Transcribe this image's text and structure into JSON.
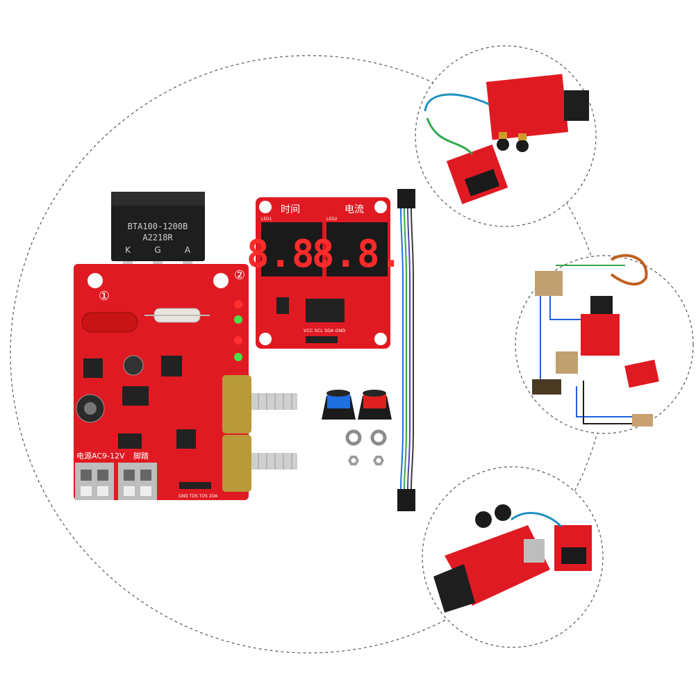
{
  "colors": {
    "pcb_red": "#e01a22",
    "pcb_dark": "#b8121a",
    "digit_red": "#ff2b2b",
    "display_bg": "#1a1a1a",
    "triac_black": "#1e1e1e",
    "metal": "#c9c9c9",
    "terminal_grey": "#bdbdbd",
    "pot_brass": "#b99a3a",
    "knob_blue": "#1f6fe0",
    "knob_red": "#e02020",
    "dashed_line": "#555555"
  },
  "main_board": {
    "triac_line1": "BTA100-1200B",
    "triac_line2": "A2218R",
    "triac_pins": [
      "K",
      "G",
      "A"
    ],
    "marker_1": "①",
    "marker_2": "②",
    "power_label": "电源AC9-12V",
    "pulse_label": "脚踏",
    "header_label": "GND TDS TOS 2DA"
  },
  "display_board": {
    "label_time": "时间",
    "label_current": "电流",
    "digits_left": "8.8.",
    "digits_right": "8.8.",
    "led_left": "LED1",
    "led_right": "LED2",
    "pin_label": "VCC SCL SDA GND"
  },
  "callout_icons": [
    "connected-board-icon",
    "wiring-diagram-icon",
    "angled-board-icon"
  ]
}
